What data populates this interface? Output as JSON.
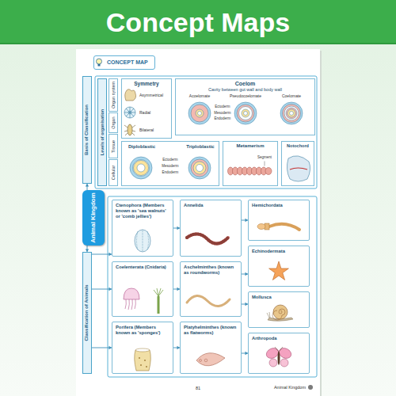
{
  "diagram": {
    "title": "Concept Maps",
    "nodes": [
      {
        "text": [
          "CONCEPT MAP"
        ]
      },
      {
        "text": [
          "Basis of Classification"
        ]
      },
      {
        "text": [
          "Levels of organisation"
        ]
      },
      {
        "text": [
          "Cellular"
        ]
      },
      {
        "text": [
          "Tissue"
        ]
      },
      {
        "text": [
          "Organ"
        ]
      },
      {
        "text": [
          "Organ system"
        ]
      },
      {
        "text": [
          "Symmetry"
        ]
      },
      {
        "text": [
          "Coelom",
          "Cavity between gut wall and body wall"
        ]
      },
      {
        "text": [
          "Diploblastic",
          "Triploblastic"
        ]
      },
      {
        "text": [
          "Metamerism"
        ]
      },
      {
        "text": [
          "Notochord"
        ]
      },
      {
        "text": [
          "Animal Kingdom"
        ]
      },
      {
        "text": [
          "Classification of Animals"
        ]
      },
      {
        "text": [
          "Ctenophora (Members known as 'sea walnuts' or 'comb jellies')"
        ]
      },
      {
        "text": [
          "Coelenterata (Cnidaria)"
        ]
      },
      {
        "text": [
          "Porifera (Members known as 'sponges')"
        ]
      },
      {
        "text": [
          "Annelida"
        ]
      },
      {
        "text": [
          "Aschelminthes (known as roundworms)"
        ]
      },
      {
        "text": [
          "Platyhelminthes (known as flatworms)"
        ]
      },
      {
        "text": [
          "Hemichordata"
        ]
      },
      {
        "text": [
          "Echinodermata"
        ]
      },
      {
        "text": [
          "Mollusca"
        ]
      },
      {
        "text": [
          "Arthropoda"
        ]
      }
    ],
    "edges": [
      {
        "from": 12,
        "to": 1,
        "arrow": "to"
      },
      {
        "from": 12,
        "to": 13,
        "arrow": "to"
      },
      {
        "from": 13,
        "to": 14,
        "arrow": "to"
      },
      {
        "from": 13,
        "to": 15,
        "arrow": "to"
      },
      {
        "from": 13,
        "to": 16,
        "arrow": "to"
      },
      {
        "from": 14,
        "to": 17,
        "arrow": "to"
      },
      {
        "from": 15,
        "to": 18,
        "arrow": "to"
      },
      {
        "from": 16,
        "to": 19,
        "arrow": "to"
      },
      {
        "from": 17,
        "to": 20,
        "arrow": "to"
      },
      {
        "from": 18,
        "to": 21,
        "arrow": "to"
      },
      {
        "from": 18,
        "to": 22,
        "arrow": "to"
      },
      {
        "from": 19,
        "to": 23,
        "arrow": "to"
      }
    ],
    "labels": [
      "Asymmetrical",
      "Radial",
      "Bilateral",
      "Acoelomate",
      "Pseudocoelomate",
      "Coelomate",
      "Ectoderm",
      "Mesoderm",
      "Endoderm",
      "Ectoderm",
      "Mesoderm",
      "Endoderm",
      "Segment",
      "81",
      "Animal Kingdom"
    ]
  }
}
